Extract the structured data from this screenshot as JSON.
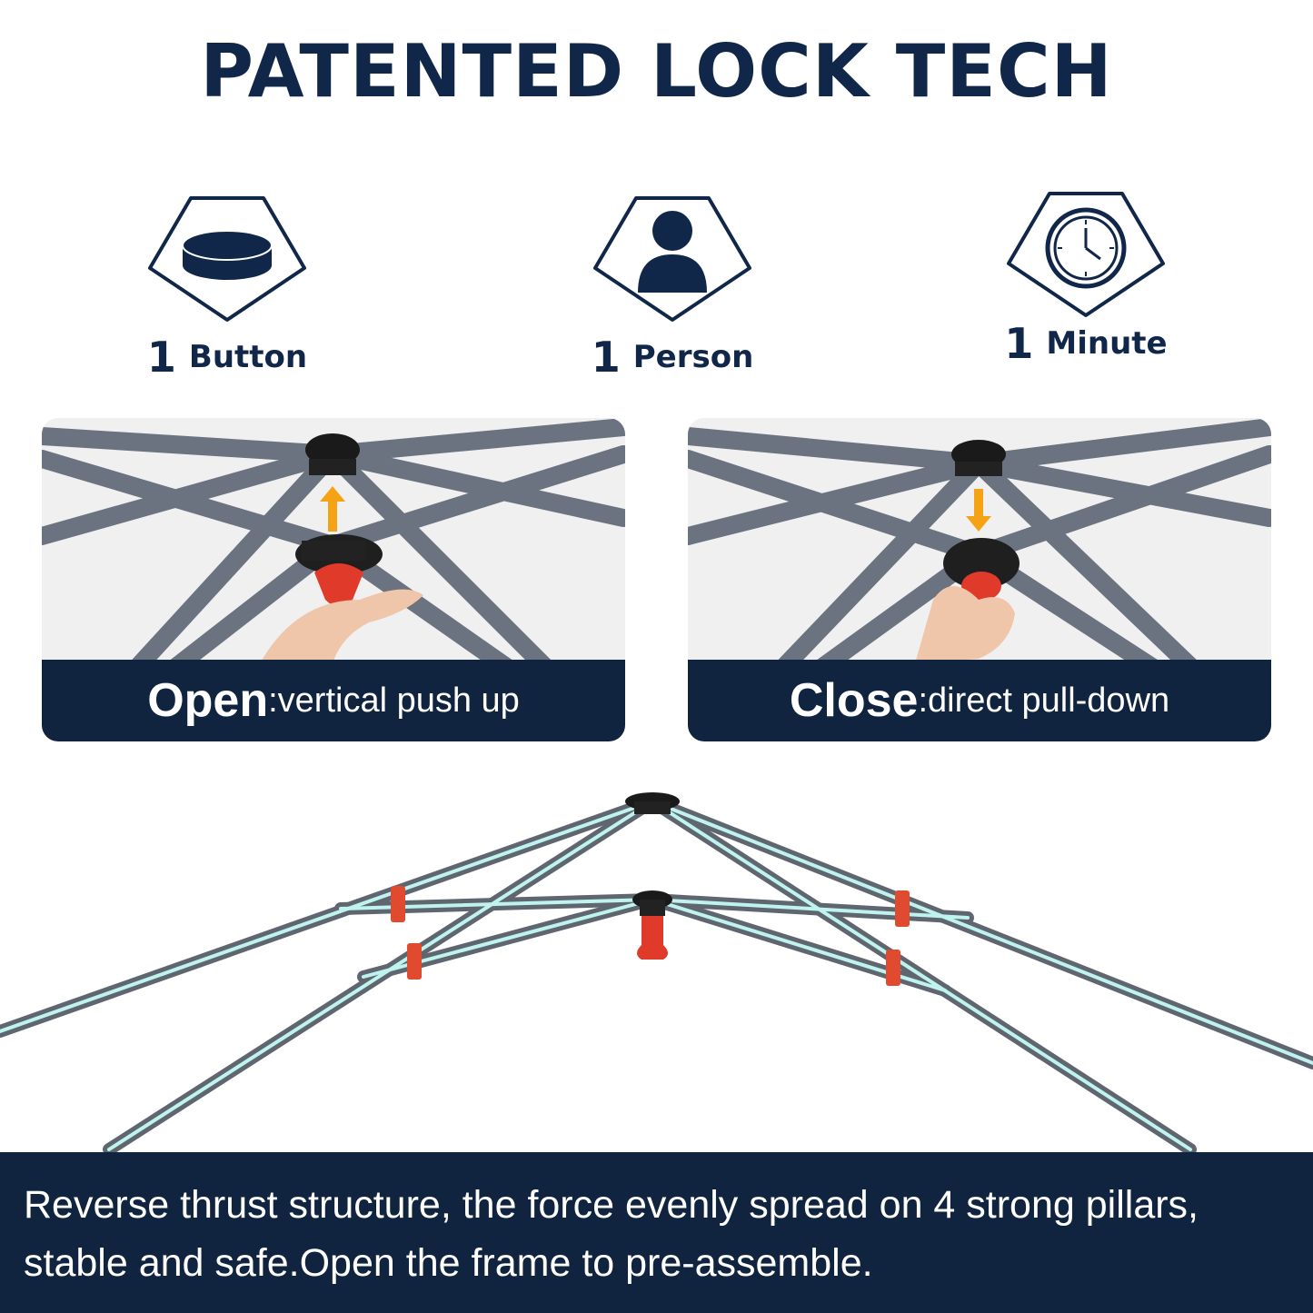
{
  "title": "PATENTED LOCK TECH",
  "features": [
    {
      "number": "1",
      "label": "Button",
      "icon": "button-puck-icon"
    },
    {
      "number": "1",
      "label": "Person",
      "icon": "person-icon"
    },
    {
      "number": "1",
      "label": "Minute",
      "icon": "clock-icon"
    }
  ],
  "panels": [
    {
      "action": "Open",
      "description": ":vertical push up",
      "arrow": "up"
    },
    {
      "action": "Close",
      "description": ":direct pull-down",
      "arrow": "down"
    }
  ],
  "footer": {
    "line1": "Reverse thrust structure, the force evenly spread on 4 strong pillars,",
    "line2": "stable and safe.Open the frame to pre-assemble."
  },
  "colors": {
    "navy": "#10243f",
    "title_navy": "#10274a",
    "frame_grey": "#5f6670",
    "frame_glow": "#bff4ee",
    "lock_red": "#e03a2a",
    "arrow_orange": "#f5a315"
  }
}
